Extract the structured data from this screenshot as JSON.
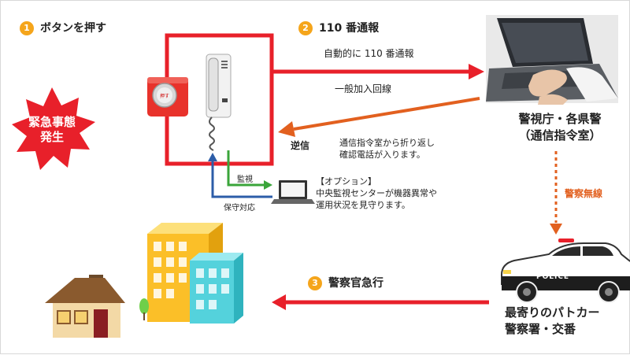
{
  "steps": {
    "step1": {
      "number": "1",
      "label": "ボタンを押す"
    },
    "step2": {
      "number": "2",
      "label": "110 番通報"
    },
    "step3": {
      "number": "3",
      "label": "警察官急行"
    }
  },
  "emergency": {
    "line1": "緊急事態",
    "line2": "発生"
  },
  "arrows": {
    "auto_call": "自動的に 110 番通報",
    "line_type": "一般加入回線",
    "callback_title": "逆信",
    "callback_line1": "通信指令室から折り返し",
    "callback_line2": "確認電話が入ります。",
    "monitor": "監視",
    "maintenance": "保守対応",
    "radio": "警察無線"
  },
  "option": {
    "title": "【オプション】",
    "line1": "中央監視センターが機器異常や",
    "line2": "運用状況を見守ります。"
  },
  "police_hq": {
    "line1": "警視庁・各県警",
    "line2": "（通信指令室）"
  },
  "patrol": {
    "line1": "最寄りのパトカー",
    "line2": "警察署・交番",
    "car_label": "POLICE"
  },
  "colors": {
    "red": "#e8202a",
    "orange": "#e2601f",
    "green": "#3aa53a",
    "blue": "#2c5da8",
    "badge": "#f5a51b"
  },
  "icons": [
    "emergency-burst-icon",
    "alarm-button-icon",
    "intercom-phone-icon",
    "laptop-icon",
    "operator-laptop-icon",
    "police-car-icon",
    "office-buildings-icon",
    "house-icon"
  ]
}
